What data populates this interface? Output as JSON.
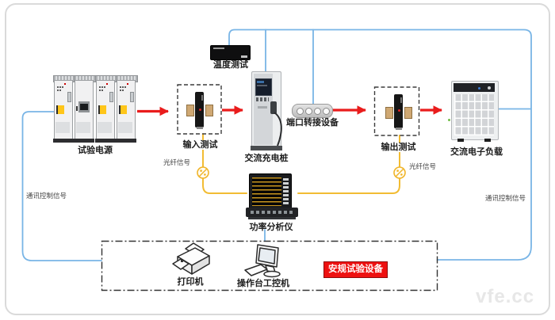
{
  "watermark": "vfe.cc",
  "colors": {
    "comm_line_blue": "#79b5e6",
    "fiber_line_yellow": "#f2bc33",
    "arrow_red": "#e91c1c",
    "safety_box_red": "#ee1111"
  },
  "nodes": {
    "test_power": {
      "label": "试验电源"
    },
    "input_test": {
      "label": "输入测试"
    },
    "temperature_test": {
      "label": "温度测试"
    },
    "ac_charging_pile": {
      "label": "交流充电桩"
    },
    "port_adapter": {
      "label": "端口转接设备"
    },
    "output_test": {
      "label": "输出测试"
    },
    "ac_electronic_load": {
      "label": "交流电子负载"
    },
    "power_analyzer": {
      "label": "功率分析仪"
    },
    "printer": {
      "label": "打印机"
    },
    "console_pc": {
      "label": "操作台工控机"
    },
    "safety_test_equipment": {
      "label": "安规试验设备"
    }
  },
  "signals": {
    "fiber_left": "光纤信号",
    "fiber_right": "光纤信号",
    "comm_left": "通讯控制信号",
    "comm_right": "通讯控制信号"
  }
}
